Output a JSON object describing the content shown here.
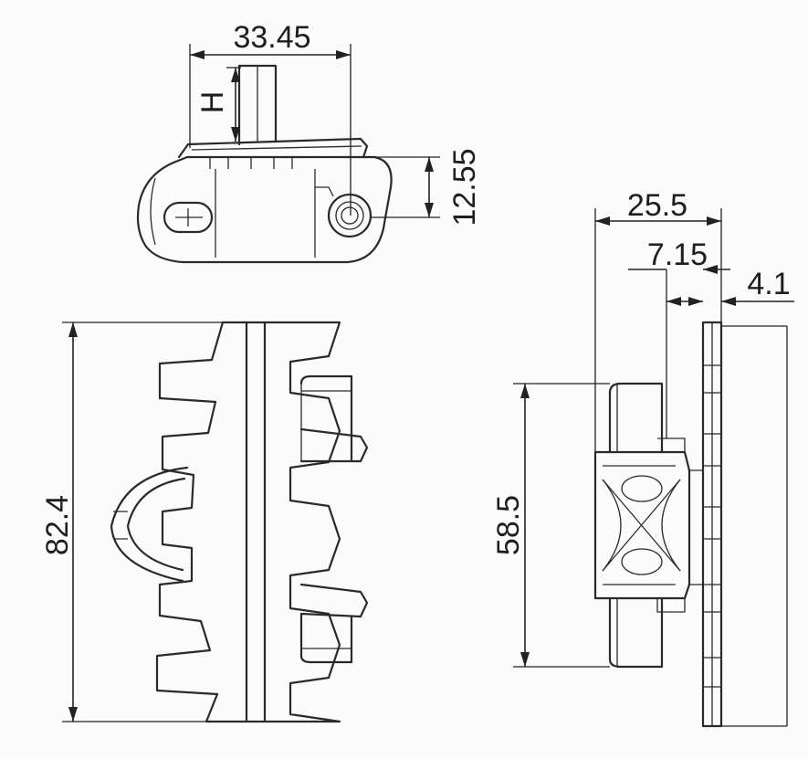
{
  "dimensions": {
    "top_view_width": "33.45",
    "top_view_height_symbol": "H",
    "top_view_pin_height": "12.55",
    "side_view_total_width": "25.5",
    "side_view_offset": "7.15",
    "side_view_plate_thickness": "4.1",
    "side_view_length": "58.5",
    "plan_view_length": "82.4"
  }
}
